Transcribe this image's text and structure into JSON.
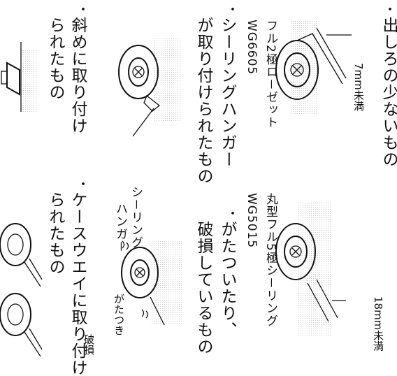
{
  "items": [
    {
      "bullet": "・",
      "text": "出しろの少ないもの"
    },
    {
      "bullet": "・",
      "text": "シーリングハンガー"
    },
    {
      "bullet": "・",
      "text": "斜めに取り付け"
    },
    {
      "bullet": "・",
      "text": "ケースウエイに取り付け"
    },
    {
      "bullet": "・",
      "text": "がたついたり、"
    }
  ],
  "lines": {
    "item2_line2": "が取り付けられたもの",
    "item3_line2": "られたもの",
    "item4_line2": "られたもの",
    "item5_line2": "破損しているもの"
  },
  "labels": {
    "dim_7mm": "7mm未満",
    "dim_18mm": "18mm未満",
    "product1": "フル2極ロ－ゼット",
    "product1_code": "WG6605",
    "product2": "丸型フル5極シ－リング",
    "product2_code": "WG5015",
    "hanger_callout_1": "シ－リング",
    "hanger_callout_2": "ハンガ－",
    "loose": "がたつき",
    "broken": "破損"
  }
}
